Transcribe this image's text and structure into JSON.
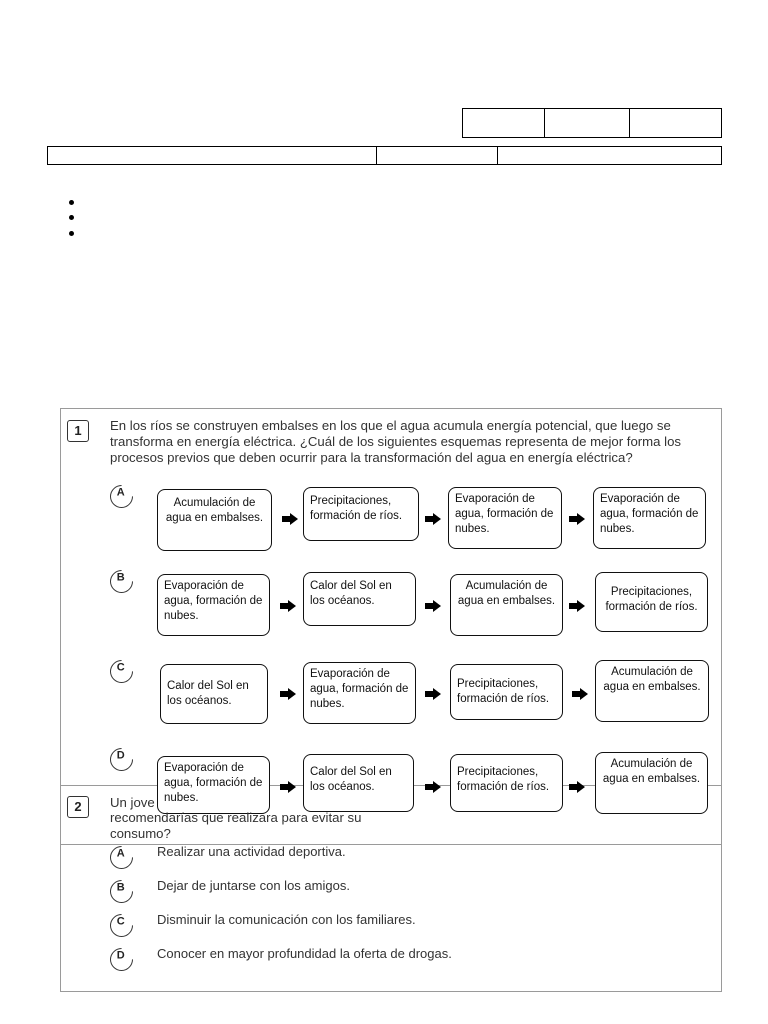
{
  "header_table_top": {
    "cells": [
      "",
      "",
      ""
    ]
  },
  "header_table_bottom": {
    "cells": [
      "",
      "",
      ""
    ]
  },
  "bullets": [
    "",
    "",
    ""
  ],
  "q1": {
    "number": "1",
    "text": "En los ríos se construyen embalses en los que el agua acumula energía potencial, que luego se transforma en energía eléctrica. ¿Cuál de los siguientes esquemas representa de mejor forma los procesos previos que deben ocurrir para la transformación del agua en energía eléctrica?",
    "options": [
      {
        "letter": "A",
        "steps": [
          "Acumulación de agua en embalses.",
          "Precipitaciones, formación de ríos.",
          "Evaporación de agua, formación de nubes.",
          "Evaporación de agua, formación de nubes."
        ]
      },
      {
        "letter": "B",
        "steps": [
          "Evaporación de agua, formación de nubes.",
          "Calor del Sol en los océanos.",
          "Acumulación de agua en embalses.",
          "Precipitaciones, formación de ríos."
        ]
      },
      {
        "letter": "C",
        "steps": [
          "Calor del Sol en los océanos.",
          "Evaporación de agua, formación de nubes.",
          "Precipitaciones, formación de ríos.",
          "Acumulación de agua en embalses."
        ]
      },
      {
        "letter": "D",
        "steps": [
          "Evaporación de agua, formación de nubes.",
          "Calor del Sol en los océanos.",
          "Precipitaciones, formación de ríos.",
          "Acumulación de agua en embalses."
        ]
      }
    ]
  },
  "q2": {
    "number": "2",
    "text_line1": "Un jove",
    "text_line2": "recomendarías que realizara para evitar su consumo?",
    "options": [
      {
        "letter": "A",
        "text": "Realizar una actividad deportiva."
      },
      {
        "letter": "B",
        "text": "Dejar de juntarse con los amigos."
      },
      {
        "letter": "C",
        "text": "Disminuir la comunicación con los familiares."
      },
      {
        "letter": "D",
        "text": "Conocer en mayor profundidad la oferta de drogas."
      }
    ]
  }
}
